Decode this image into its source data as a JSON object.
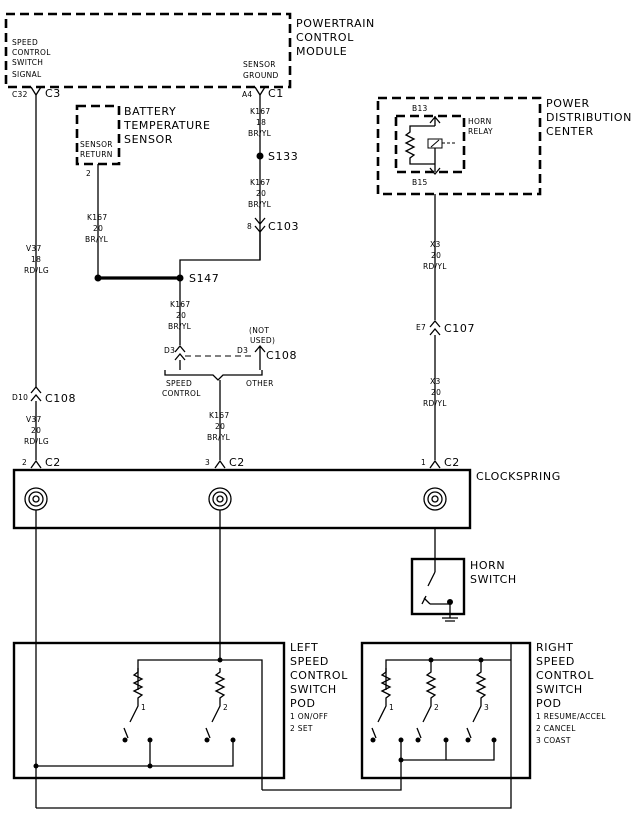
{
  "components": {
    "pcm": [
      "POWERTRAIN",
      "CONTROL",
      "MODULE"
    ],
    "pcm_speed_pin": [
      "SPEED",
      "CONTROL",
      "SWITCH",
      "SIGNAL"
    ],
    "pcm_ground_pin": [
      "SENSOR",
      "GROUND"
    ],
    "battery_sensor": [
      "BATTERY",
      "TEMPERATURE",
      "SENSOR"
    ],
    "sensor_return": [
      "SENSOR",
      "RETURN"
    ],
    "pdc": [
      "POWER",
      "DISTRIBUTION",
      "CENTER"
    ],
    "horn_relay": [
      "HORN",
      "RELAY"
    ],
    "clockspring": "CLOCKSPRING",
    "horn_switch": [
      "HORN",
      "SWITCH"
    ],
    "left_pod": [
      "LEFT",
      "SPEED",
      "CONTROL",
      "SWITCH",
      "POD"
    ],
    "left_pod_items": [
      "1 ON/OFF",
      "2 SET"
    ],
    "right_pod": [
      "RIGHT",
      "SPEED",
      "CONTROL",
      "SWITCH",
      "POD"
    ],
    "right_pod_items": [
      "1 RESUME/ACCEL",
      "2 CANCEL",
      "3 COAST"
    ],
    "not_used": [
      "(NOT",
      "USED)"
    ],
    "speed_control": [
      "SPEED",
      "CONTROL"
    ],
    "other": "OTHER"
  },
  "connectors": {
    "c32": "C32",
    "c3": "C3",
    "a4": "A4",
    "c1": "C1",
    "b13": "B13",
    "b15": "B15",
    "s133": "S133",
    "pin8": "8",
    "c103": "C103",
    "s147": "S147",
    "d3a": "D3",
    "d3b": "D3",
    "c108a": "C108",
    "d10": "D10",
    "c108b": "C108",
    "e7": "E7",
    "c107": "C107",
    "pin2": "2",
    "c2a": "C2",
    "pin3": "3",
    "c2b": "C2",
    "pin1": "1",
    "c2c": "C2",
    "sensor_pin": "2"
  },
  "wires": {
    "k167_18": [
      "K167",
      "18",
      "BR/YL"
    ],
    "k167_20a": [
      "K167",
      "20",
      "BR/YL"
    ],
    "k167_20b": [
      "K167",
      "20",
      "BR/YL"
    ],
    "k167_20c": [
      "K167",
      "20",
      "BR/YL"
    ],
    "k167_20d": [
      "K167",
      "20",
      "BR/YL"
    ],
    "v37_18": [
      "V37",
      "18",
      "RD/LG"
    ],
    "v37_20": [
      "V37",
      "20",
      "RD/LG"
    ],
    "x3_a": [
      "X3",
      "20",
      "RD/YL"
    ],
    "x3_b": [
      "X3",
      "20",
      "RD/YL"
    ]
  },
  "switch_numbers": {
    "left": [
      "1",
      "2"
    ],
    "right": [
      "1",
      "2",
      "3"
    ]
  }
}
